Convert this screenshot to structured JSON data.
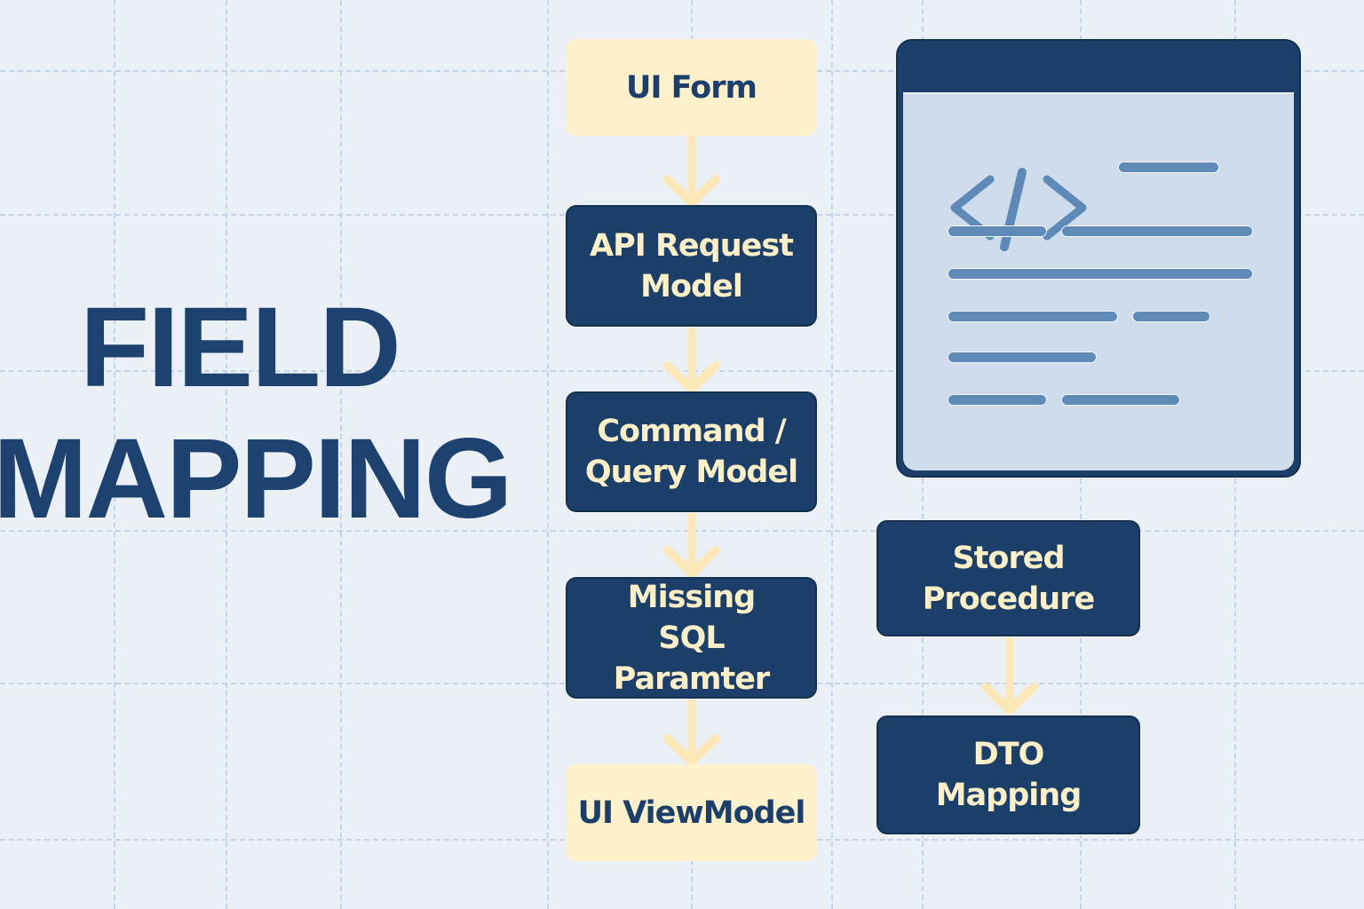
{
  "colors": {
    "background": "#ebf0f7",
    "grid_line": "#c3d5ea",
    "navy": "#1c3f69",
    "cream": "#fff1cc",
    "cream_text": "#fdf0c8",
    "code_panel": "#cedcec",
    "code_bar": "#5f89b7",
    "arrow": "#fde9b8"
  },
  "title": {
    "line1": "FIELD",
    "line2": "MAPPING"
  },
  "flow_main": {
    "nodes": [
      {
        "label": "UI Form",
        "style": "light"
      },
      {
        "label": "API Request\nModel",
        "style": "dark"
      },
      {
        "label": "Command /\nQuery Model",
        "style": "dark"
      },
      {
        "label": "Missing\nSQL Paramter",
        "style": "dark"
      },
      {
        "label": "UI ViewModel",
        "style": "light"
      }
    ]
  },
  "flow_side": {
    "nodes": [
      {
        "label": "Stored\nProcedure",
        "style": "dark"
      },
      {
        "label": "DTO\nMapping",
        "style": "dark"
      }
    ]
  },
  "code_window": {
    "icon": "code-brackets-icon",
    "glyph": "</>"
  }
}
